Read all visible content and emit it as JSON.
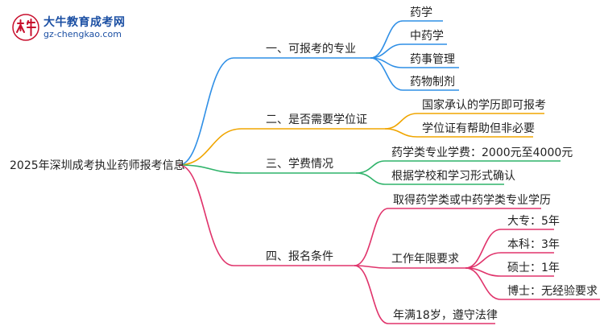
{
  "logo": {
    "title": "大牛教育成考网",
    "url": "gz-chengkao.com",
    "badge_glyph": "大牛"
  },
  "root": "2025年深圳成考执业药师报考信息",
  "branches": [
    {
      "label": "一、可报考的专业",
      "color": "#2f8fe6",
      "children": [
        "药学",
        "中药学",
        "药事管理",
        "药物制剂"
      ]
    },
    {
      "label": "二、是否需要学位证",
      "color": "#f0a500",
      "children": [
        "国家承认的学历即可报考",
        "学位证有帮助但非必要"
      ]
    },
    {
      "label": "三、学费情况",
      "color": "#2fb36a",
      "children": [
        "药学类专业学费：2000元至4000元",
        "根据学校和学习形式确认"
      ]
    },
    {
      "label": "四、报名条件",
      "color": "#e0336b",
      "children": [
        {
          "label": "取得药学类或中药学类专业学历"
        },
        {
          "label": "工作年限要求",
          "children": [
            "大专：5年",
            "本科：3年",
            "硕士：1年",
            "博士：无经验要求"
          ]
        },
        {
          "label": "年满18岁，遵守法律"
        }
      ]
    }
  ]
}
